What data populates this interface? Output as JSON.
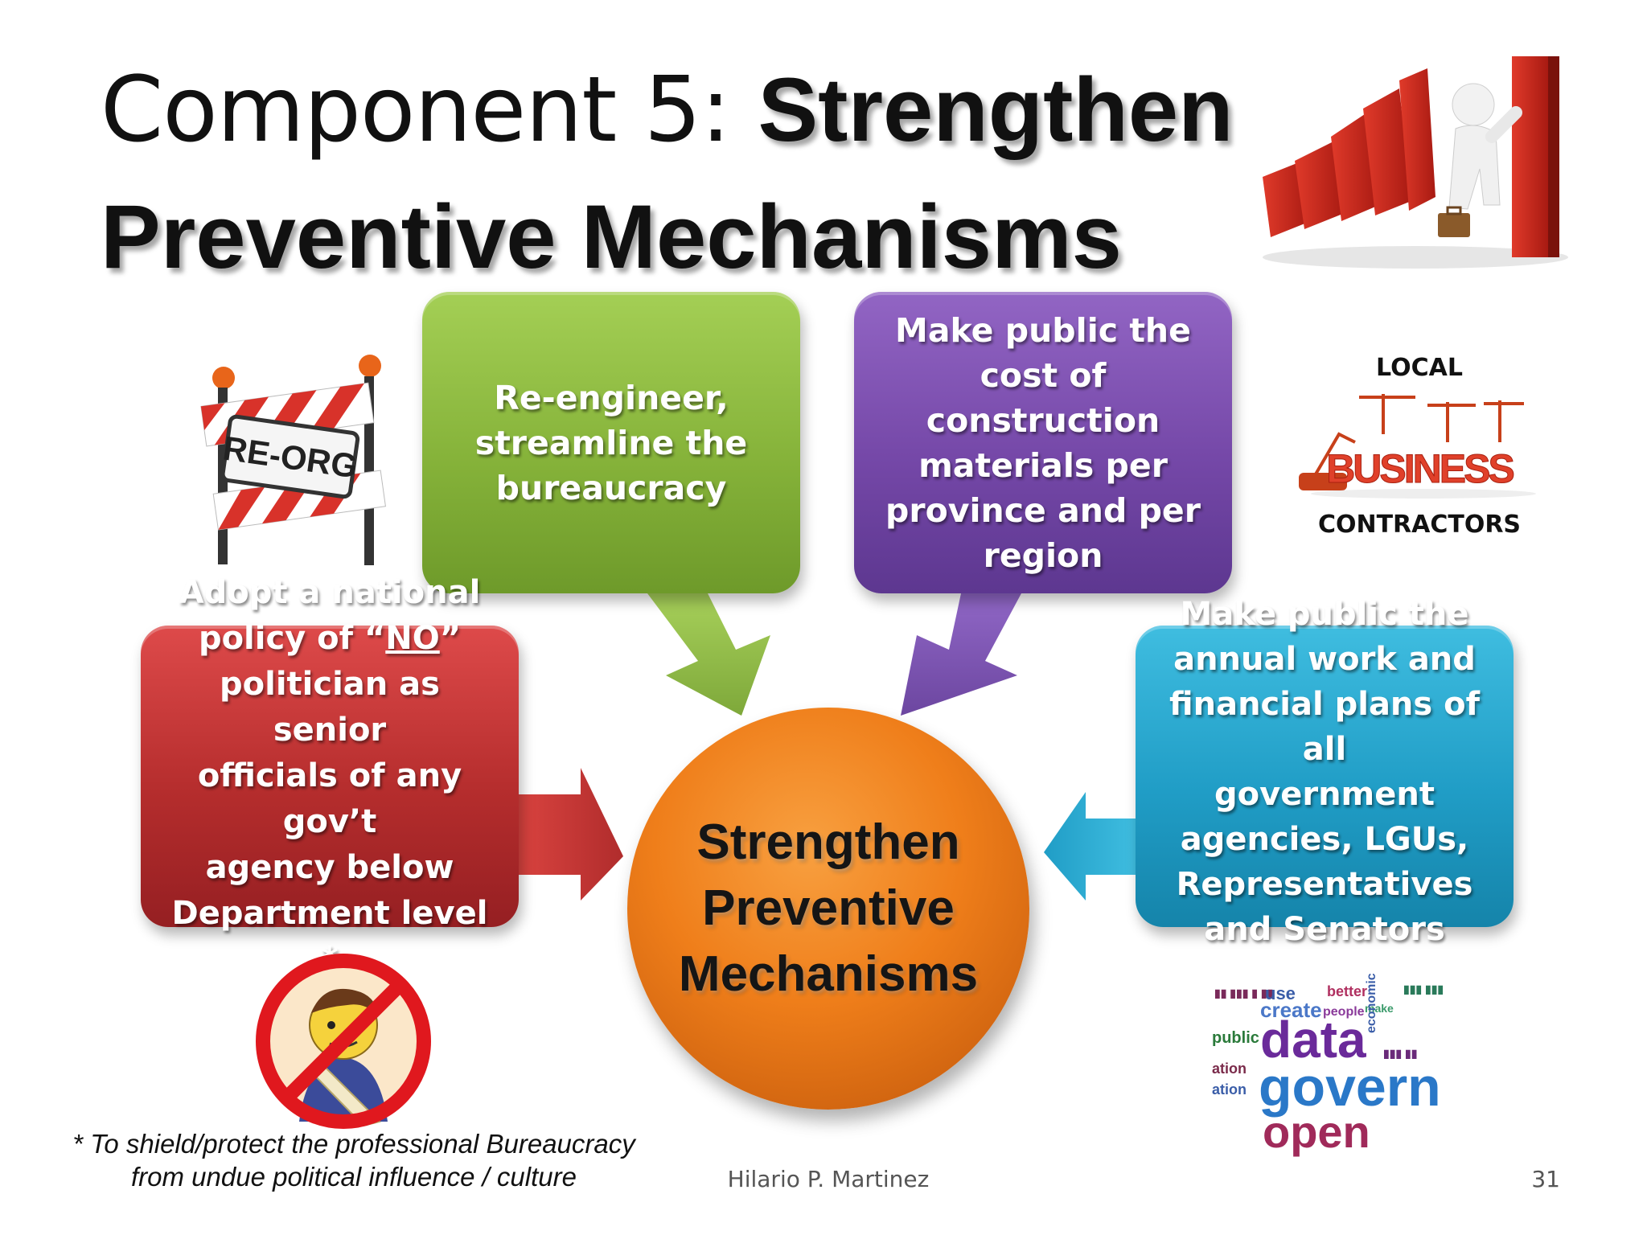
{
  "title": {
    "light": "Component 5: ",
    "bold_line1": "Strengthen",
    "bold_line2": "Preventive Mechanisms"
  },
  "boxes": {
    "reengineer": [
      "Re-engineer,",
      "streamline the",
      "bureaucracy"
    ],
    "construction": [
      "Make public the",
      "cost of construction",
      "materials per",
      "province and per",
      "region"
    ],
    "policy": {
      "line1": "Adopt a national",
      "line2_pre": "policy of “",
      "line2_no": "NO",
      "line2_post": "”",
      "rest": [
        "politician as senior",
        "officials of any gov’t",
        "agency below",
        "Department level *"
      ]
    },
    "annual": [
      "Make public the",
      "annual work and",
      "financial plans of all",
      "government",
      "agencies, LGUs,",
      "Representatives",
      "and Senators"
    ]
  },
  "center": [
    "Strengthen",
    "Preventive",
    "Mechanisms"
  ],
  "images": {
    "reorg_sign": "RE-ORG",
    "business_word": "BUSINESS",
    "word_cloud": [
      "data",
      "govern",
      "open",
      "create",
      "better",
      "use",
      "public",
      "economic",
      "people",
      "make"
    ]
  },
  "labels": {
    "local": "LOCAL",
    "contractors": "CONTRACTORS"
  },
  "footnote": [
    "* To shield/protect the professional Bureaucracy",
    "from undue political influence / culture"
  ],
  "footer": {
    "author": "Hilario P. Martinez",
    "page": "31"
  },
  "colors": {
    "green": "#86b33a",
    "purple": "#7548a8",
    "red": "#b52d2d",
    "cyan": "#209dc6",
    "orange": "#ef7e1a"
  }
}
